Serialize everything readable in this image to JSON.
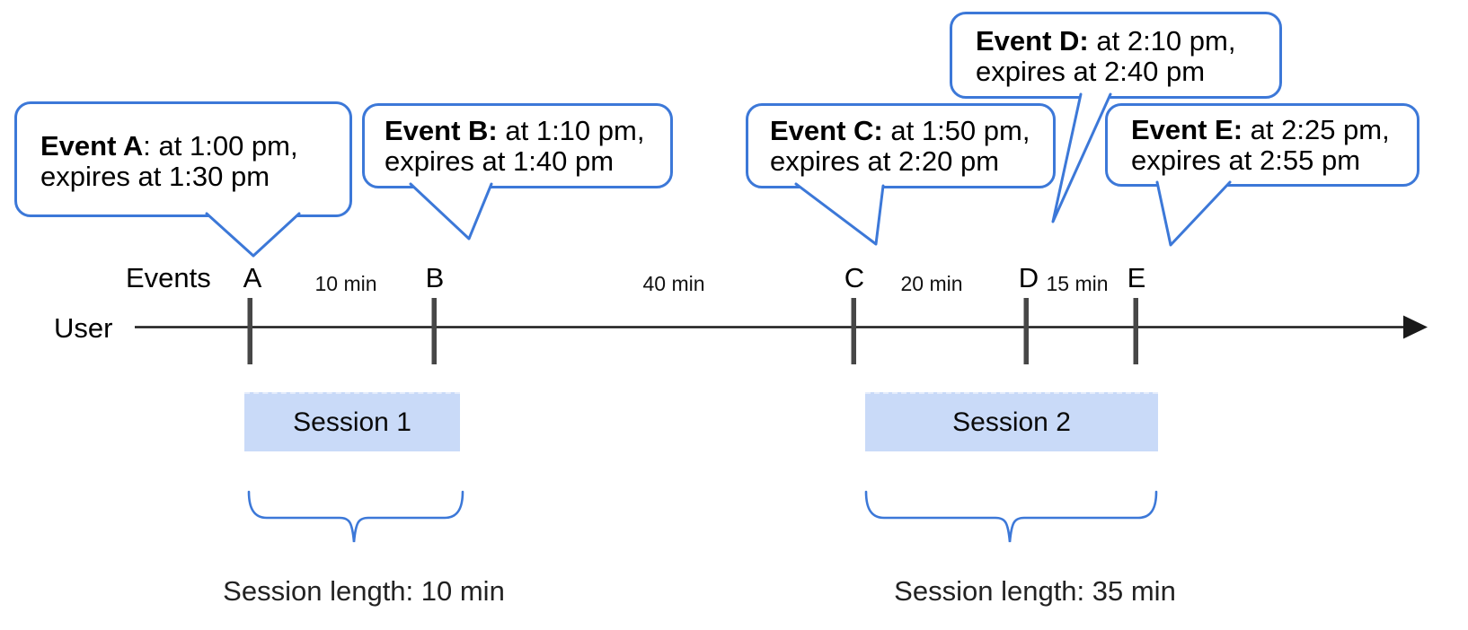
{
  "labels": {
    "user": "User",
    "events": "Events"
  },
  "callouts": [
    {
      "id": "A",
      "bold": "Event A",
      "rest": ": at 1:00 pm,",
      "line2": "expires at 1:30 pm"
    },
    {
      "id": "B",
      "bold": "Event B:",
      "rest": " at 1:10 pm,",
      "line2": "expires at 1:40 pm"
    },
    {
      "id": "C",
      "bold": "Event C:",
      "rest": " at 1:50 pm,",
      "line2": "expires at 2:20 pm"
    },
    {
      "id": "D",
      "bold": "Event D:",
      "rest": " at 2:10 pm,",
      "line2": "expires at 2:40 pm"
    },
    {
      "id": "E",
      "bold": "Event E:",
      "rest": " at 2:25 pm,",
      "line2": "expires at 2:55 pm"
    }
  ],
  "timeline": {
    "tick_labels": [
      "A",
      "B",
      "C",
      "D",
      "E"
    ],
    "interval_labels": [
      "10 min",
      "40 min",
      "20 min",
      "15 min"
    ]
  },
  "sessions": [
    {
      "label": "Session 1",
      "length_label": "Session length: 10 min"
    },
    {
      "label": "Session 2",
      "length_label": "Session length: 35 min"
    }
  ],
  "colors": {
    "accent_blue": "#3c78d8",
    "session_fill": "#c9daf8",
    "tick_gray": "#474747",
    "axis_black": "#1a1a1a"
  }
}
